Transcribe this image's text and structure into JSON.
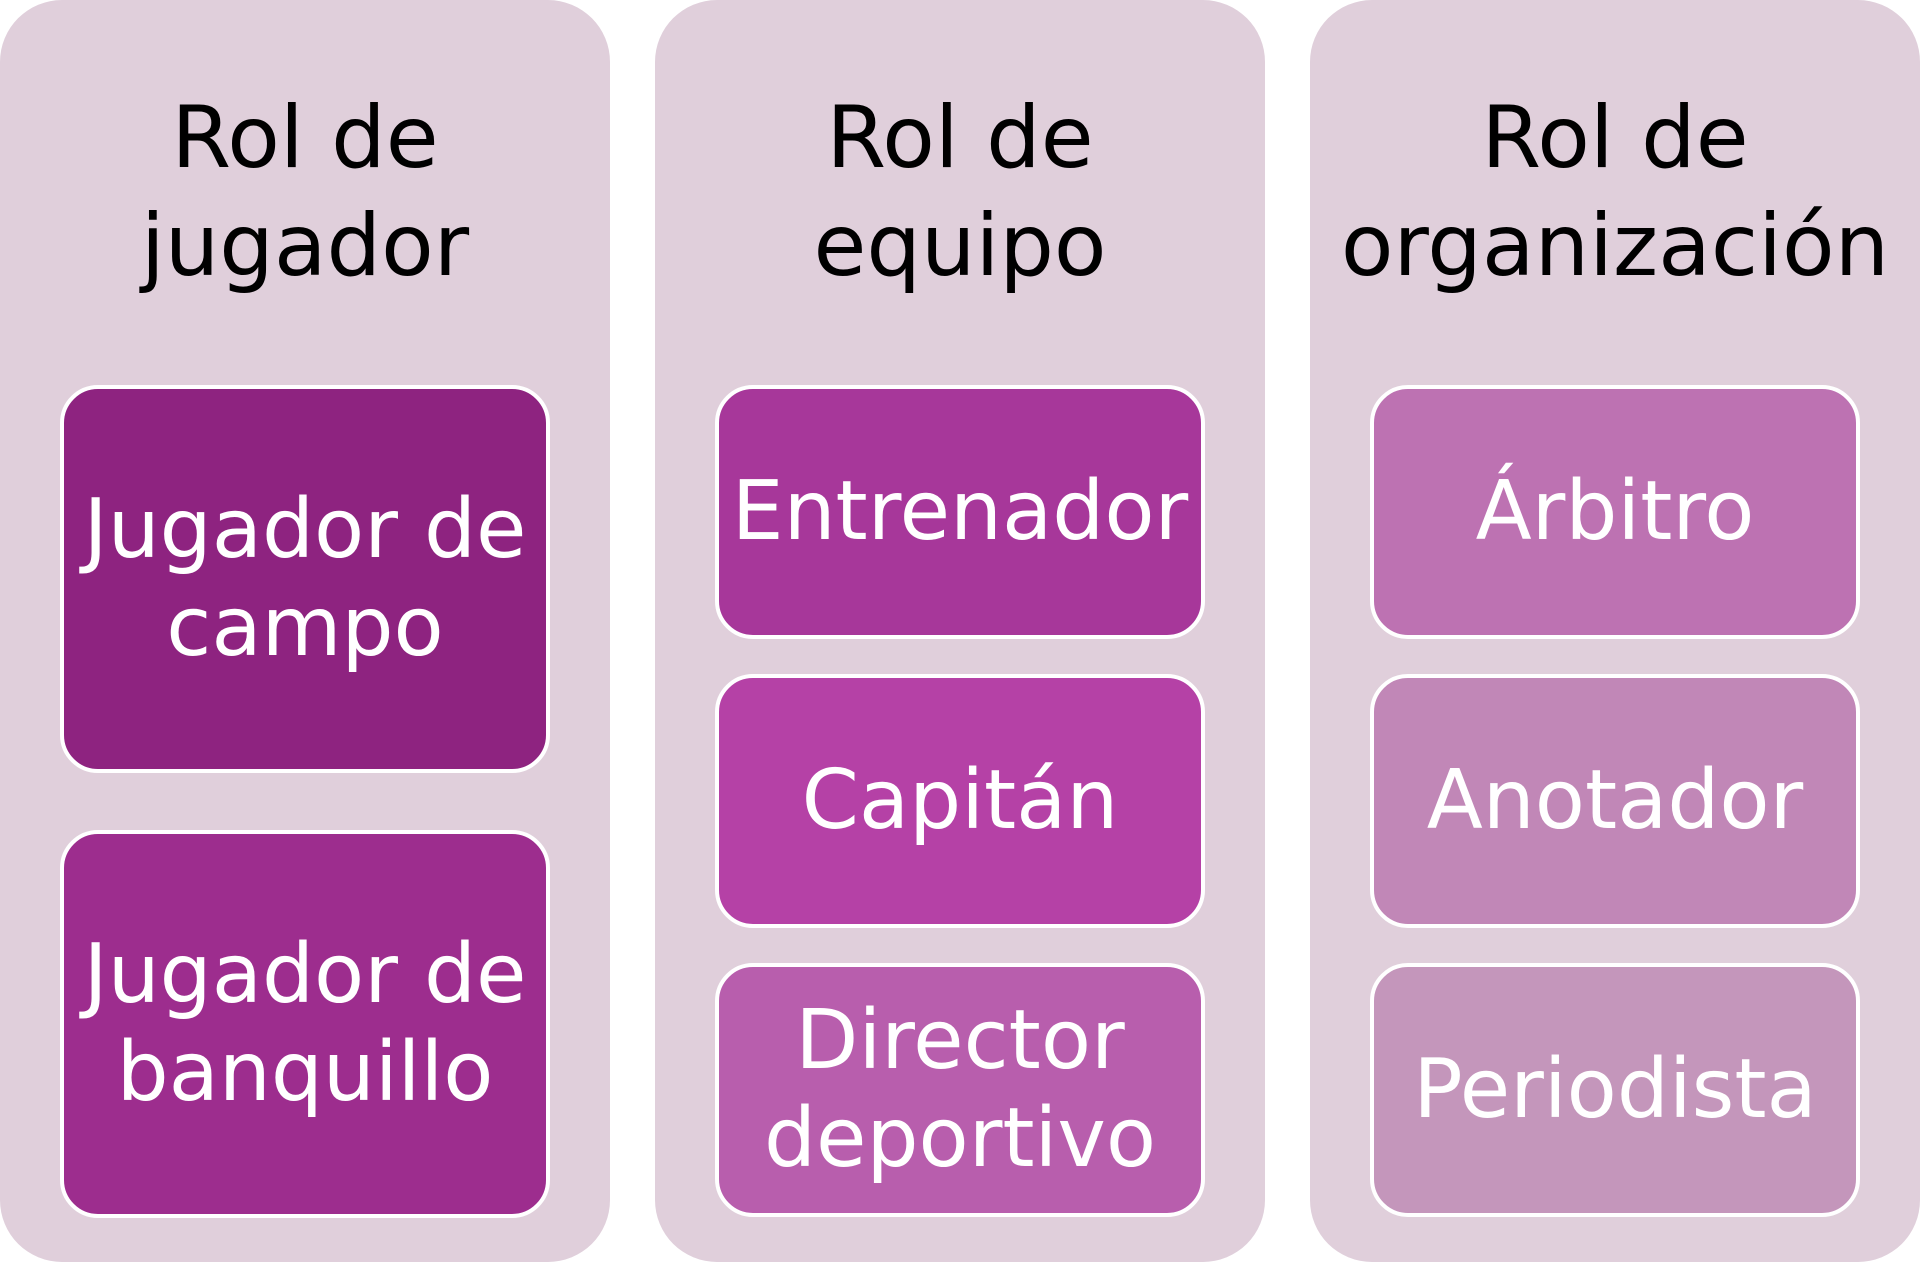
{
  "columns": [
    {
      "title": "Rol de jugador",
      "items": [
        {
          "label": "Jugador de campo",
          "color": "#8e2380"
        },
        {
          "label": "Jugador de banquillo",
          "color": "#9d2d8e"
        }
      ]
    },
    {
      "title": "Rol de equipo",
      "items": [
        {
          "label": "Entrenador",
          "color": "#a7379a"
        },
        {
          "label": "Capitán",
          "color": "#b541a6"
        },
        {
          "label": "Director deportivo",
          "color": "#b85ead"
        }
      ]
    },
    {
      "title": "Rol de organización",
      "items": [
        {
          "label": "Árbitro",
          "color": "#bd72b2"
        },
        {
          "label": "Anotador",
          "color": "#c187b7"
        },
        {
          "label": "Periodista",
          "color": "#c496bb"
        }
      ]
    }
  ],
  "colors": {
    "panel_background": "#e0cfdb",
    "box_border": "#ffffff",
    "box_text": "#ffffff",
    "title_text": "#000000"
  }
}
